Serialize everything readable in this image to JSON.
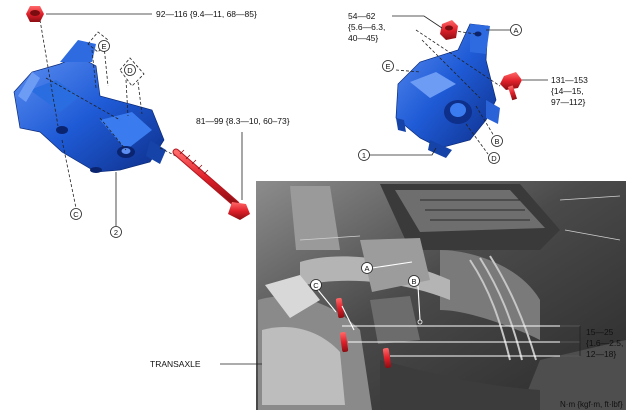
{
  "torque_specs": {
    "top_nut": "92—116 {9.4—11, 68—85}",
    "long_bolt": "81—99 {8.3—10, 60–73}",
    "right_nut_l1": "54—62",
    "right_nut_l2": "{5.6—6.3,",
    "right_nut_l3": "40—45}",
    "right_bolt_l1": "131—153",
    "right_bolt_l2": "{14—15,",
    "right_bolt_l3": "97—112}",
    "transaxle_bolts_l1": "15—25",
    "transaxle_bolts_l2": "{1.6—2.5,",
    "transaxle_bolts_l3": "12—18}"
  },
  "part_numbers": {
    "bracket": "2",
    "mount": "1"
  },
  "ref_letters": {
    "a": "A",
    "b": "B",
    "c": "C",
    "d": "D",
    "e": "E"
  },
  "labels": {
    "transaxle": "TRANSAXLE",
    "unit_note": "N·m {kgf·m, ft·lbf}"
  },
  "colors": {
    "part_blue": "#1f5bd6",
    "part_blue_dark": "#0e2f8a",
    "part_blue_light": "#5d8ff2",
    "fastener_red": "#e0202a",
    "photo_bg": "#5a5a5a"
  }
}
